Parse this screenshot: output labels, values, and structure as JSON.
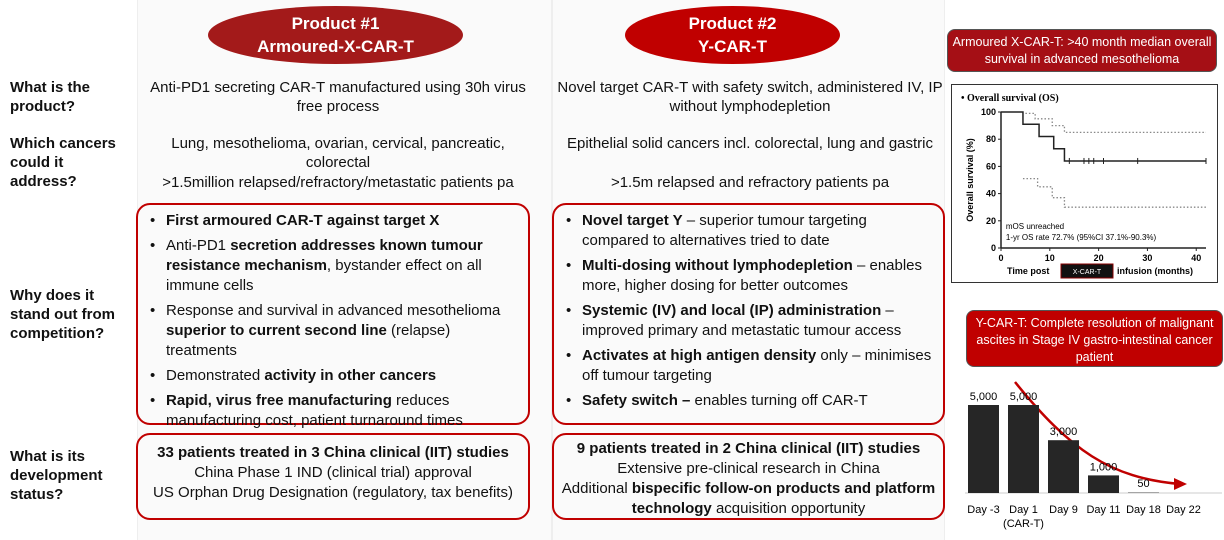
{
  "row_labels": {
    "product": "What is the product?",
    "cancers": "Which cancers could it address?",
    "standout": "Why does it stand out from competition?",
    "status": "What is its development status?"
  },
  "product1": {
    "number": "Product #1",
    "name": "Armoured-X-CAR-T",
    "color": "#a31a1a",
    "what": "Anti-PD1 secreting CAR-T manufactured using 30h virus free process",
    "cancers": "Lung, mesothelioma, ovarian, cervical, pancreatic, colorectal",
    "patients": ">1.5million relapsed/refractory/metastatic patients pa",
    "bullets": [
      {
        "b": "First armoured CAR-T against target X",
        "t": ""
      },
      {
        "pre": "Anti-PD1 ",
        "b": "secretion addresses known tumour resistance mechanism",
        "t": ", bystander effect on all immune cells"
      },
      {
        "pre": "Response and survival in advanced mesothelioma ",
        "b": "superior to current second line",
        "t": " (relapse) treatments"
      },
      {
        "pre": "Demonstrated ",
        "b": "activity in other cancers",
        "t": ""
      },
      {
        "b": "Rapid, virus free manufacturing",
        "t": " reduces manufacturing cost, patient turnaround times"
      }
    ],
    "status": {
      "headline": "33 patients treated in 3 China clinical (IIT) studies",
      "line2": "China Phase 1 IND (clinical trial) approval",
      "line3": "US Orphan Drug Designation (regulatory, tax benefits)"
    }
  },
  "product2": {
    "number": "Product #2",
    "name": "Y-CAR-T",
    "color": "#c00000",
    "what": "Novel target CAR-T with safety switch, administered IV, IP without lymphodepletion",
    "cancers": "Epithelial solid cancers incl. colorectal, lung and gastric",
    "patients": ">1.5m relapsed and refractory patients pa",
    "bullets": [
      {
        "b": "Novel target Y",
        "t": " – superior tumour targeting compared to alternatives tried to date"
      },
      {
        "b": "Multi-dosing without lymphodepletion",
        "t": " – enables more, higher dosing for better outcomes"
      },
      {
        "b": "Systemic (IV) and local (IP) administration",
        "t": " – improved  primary and metastatic tumour access"
      },
      {
        "b": "Activates at high antigen density",
        "t": " only – minimises off tumour targeting"
      },
      {
        "b": "Safety switch –",
        "t": " enables turning off CAR-T"
      }
    ],
    "status": {
      "headline": "9 patients treated in 2 China clinical (IIT) studies",
      "line2": "Extensive pre-clinical research in China",
      "line3_pre": "Additional ",
      "line3_b": "bispecific follow-on products and platform technology",
      "line3_post": " acquisition opportunity"
    }
  },
  "callout1": "Armoured X-CAR-T: >40 month median overall survival in advanced mesothelioma",
  "callout2": "Y-CAR-T: Complete resolution of malignant ascites in Stage IV gastro-intestinal cancer patient",
  "chart_data": [
    {
      "type": "line",
      "title": "Overall survival (OS)",
      "xlabel_pre": "Time post",
      "xlabel_tag": "X-CAR-T",
      "xlabel_post": "infusion (months)",
      "ylabel": "Overall survival (%)",
      "xlim": [
        0,
        42
      ],
      "ylim": [
        0,
        100
      ],
      "xticks": [
        0,
        10,
        20,
        30,
        40
      ],
      "yticks": [
        0,
        20,
        40,
        60,
        80,
        100
      ],
      "annot1": "mOS unreached",
      "annot2": "1-yr OS rate 72.7% (95%CI 37.1%-90.3%)",
      "series": [
        {
          "name": "OS",
          "x": [
            0,
            4.5,
            4.5,
            7.8,
            7.8,
            10.8,
            10.8,
            13,
            13,
            42
          ],
          "y": [
            100,
            100,
            91,
            91,
            82,
            82,
            73,
            73,
            64,
            64
          ]
        },
        {
          "name": "upper CI",
          "style": "dotted",
          "x": [
            5,
            7,
            7,
            10.5,
            10.5,
            13,
            13,
            42
          ],
          "y": [
            99,
            99,
            95,
            95,
            90,
            90,
            85,
            85
          ]
        },
        {
          "name": "lower CI",
          "style": "dotted",
          "x": [
            4.5,
            7.5,
            7.5,
            10.5,
            10.5,
            13,
            13,
            42
          ],
          "y": [
            51,
            51,
            45,
            45,
            37,
            37,
            30,
            30
          ]
        }
      ],
      "censor_x": [
        14,
        17,
        18,
        19,
        21,
        28,
        42
      ]
    },
    {
      "type": "bar",
      "categories": [
        "Day -3",
        "Day 1",
        "Day 9",
        "Day 11",
        "Day 18",
        "Day 22"
      ],
      "category_sub": [
        "",
        "(CAR-T)",
        "",
        "",
        "",
        ""
      ],
      "values": [
        5000,
        5000,
        3000,
        1000,
        50,
        0
      ],
      "labels": [
        "5,000",
        "5,000",
        "3,000",
        "1,000",
        "50",
        ""
      ],
      "ylim": [
        0,
        5500
      ]
    }
  ]
}
